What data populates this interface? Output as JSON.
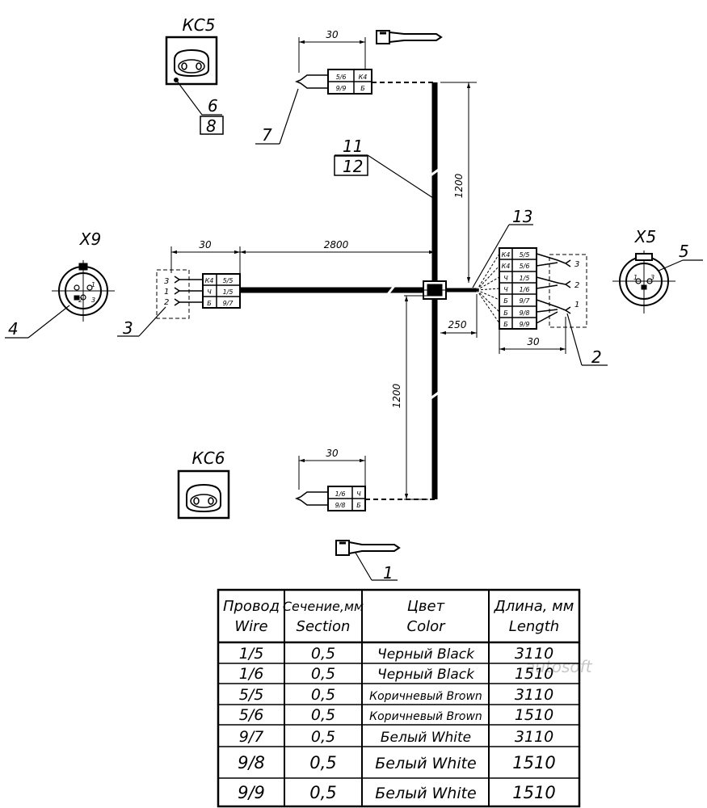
{
  "connectors": {
    "ks5": "КС5",
    "ks6": "КС6",
    "x9": "Х9",
    "x5": "Х5"
  },
  "callouts": {
    "c1": "1",
    "c2": "2",
    "c3": "3",
    "c4": "4",
    "c5": "5",
    "c6": "6",
    "c7": "7",
    "c8": "8",
    "c11": "11",
    "c12": "12",
    "c13": "13"
  },
  "dimensions": {
    "top_block": "30",
    "vert_upper": "1200",
    "left_block": "30",
    "horiz_left": "2800",
    "right_offset": "250",
    "right_block": "30",
    "vert_lower": "1200",
    "bottom_block": "30"
  },
  "blocks": {
    "top": [
      [
        "5/6",
        "К4"
      ],
      [
        "9/9",
        "Б"
      ]
    ],
    "left": [
      [
        "К4",
        "5/5"
      ],
      [
        "Ч",
        "1/5"
      ],
      [
        "Б",
        "9/7"
      ]
    ],
    "right": [
      [
        "К4",
        "5/5"
      ],
      [
        "К4",
        "5/6"
      ],
      [
        "Ч",
        "1/5"
      ],
      [
        "Ч",
        "1/6"
      ],
      [
        "Б",
        "9/7"
      ],
      [
        "Б",
        "9/8"
      ],
      [
        "Б",
        "9/9"
      ]
    ],
    "bottom": [
      [
        "1/6",
        "Ч"
      ],
      [
        "9/8",
        "Б"
      ]
    ]
  },
  "pins": {
    "left": [
      "3",
      "1",
      "2"
    ],
    "right": [
      "3",
      "2",
      "1"
    ],
    "x9": [
      "1",
      "2",
      "3"
    ],
    "x5": [
      "1",
      "3"
    ]
  },
  "watermark": "autosoft",
  "table": {
    "headers": [
      [
        "Провод",
        "Wire"
      ],
      [
        "Сечение,мм",
        "Section"
      ],
      [
        "Цвет",
        "Color"
      ],
      [
        "Длина, мм",
        "Length"
      ]
    ],
    "rows": [
      [
        "1/5",
        "0,5",
        "Черный Black",
        "3110"
      ],
      [
        "1/6",
        "0,5",
        "Черный Black",
        "1510"
      ],
      [
        "5/5",
        "0,5",
        "Коричневый Brown",
        "3110"
      ],
      [
        "5/6",
        "0,5",
        "Коричневый Brown",
        "1510"
      ],
      [
        "9/7",
        "0,5",
        "Белый White",
        "3110"
      ],
      [
        "9/8",
        "0,5",
        "Белый White",
        "1510"
      ],
      [
        "9/9",
        "0,5",
        "Белый White",
        "1510"
      ]
    ]
  }
}
